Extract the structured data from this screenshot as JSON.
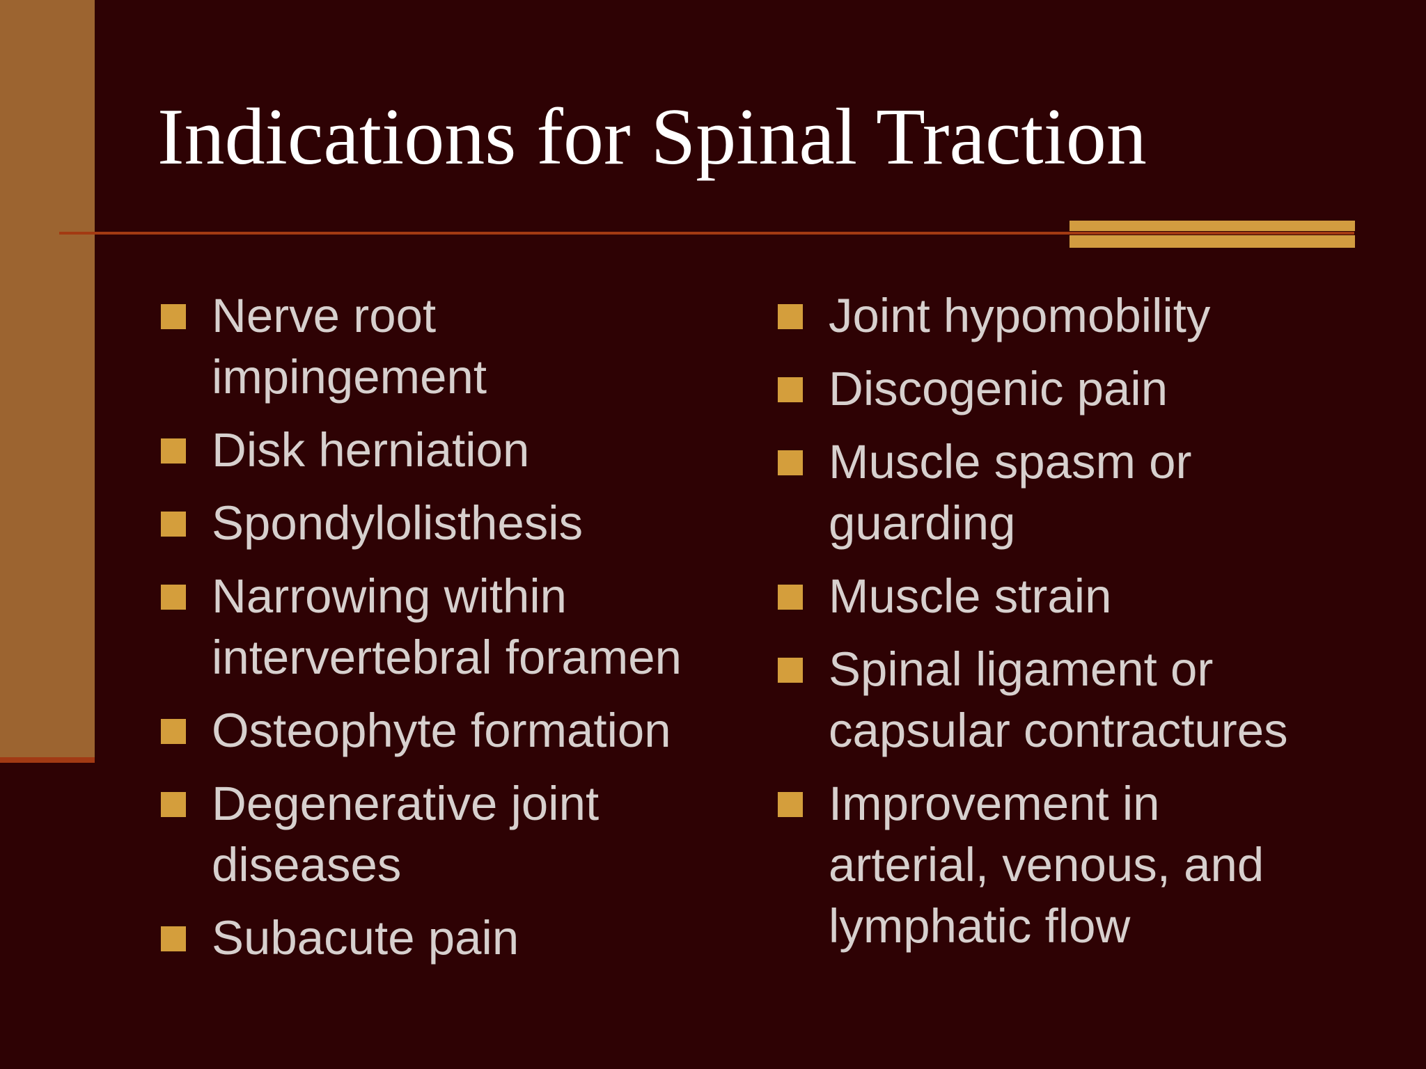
{
  "slide": {
    "title": "Indications for Spinal Traction",
    "left_column": [
      {
        "lines": [
          "Nerve root",
          "impingement"
        ]
      },
      {
        "lines": [
          "Disk herniation"
        ]
      },
      {
        "lines": [
          "Spondylolisthesis"
        ]
      },
      {
        "lines": [
          "Narrowing within",
          "intervertebral foramen"
        ]
      },
      {
        "lines": [
          "Osteophyte formation"
        ]
      },
      {
        "lines": [
          "Degenerative joint",
          "diseases"
        ]
      },
      {
        "lines": [
          "Subacute pain"
        ]
      }
    ],
    "right_column": [
      {
        "lines": [
          "Joint hypomobility"
        ]
      },
      {
        "lines": [
          "Discogenic pain"
        ]
      },
      {
        "lines": [
          "Muscle spasm or",
          "guarding"
        ]
      },
      {
        "lines": [
          "Muscle strain"
        ]
      },
      {
        "lines": [
          "Spinal ligament or",
          "capsular contractures"
        ]
      },
      {
        "lines": [
          "Improvement in",
          "arterial, venous, and",
          "lymphatic flow"
        ]
      }
    ]
  },
  "colors": {
    "background": "#2e0204",
    "side_bar": "#9c6430",
    "accent": "#d29c40",
    "rule": "#a33a12",
    "title_text": "#ffffff",
    "body_text": "#d7d0ce"
  }
}
